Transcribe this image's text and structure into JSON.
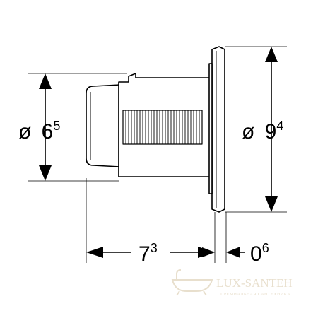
{
  "dimensions": {
    "inner_diameter": {
      "prefix": "ø",
      "main": "6",
      "sup": "5"
    },
    "outer_diameter": {
      "prefix": "ø",
      "main": "9",
      "sup": "4"
    },
    "body_length": {
      "main": "7",
      "sup": "3"
    },
    "plate_thickness": {
      "main": "0",
      "sup": "6"
    }
  },
  "watermark": {
    "brand": "LUX-SANTEH",
    "tagline": "ПРЕМИАЛЬНАЯ САНТЕХНИКА",
    "icon": "bathtub-icon",
    "color": "#e6dcc8"
  },
  "colors": {
    "line": "#000000",
    "background": "#ffffff"
  }
}
